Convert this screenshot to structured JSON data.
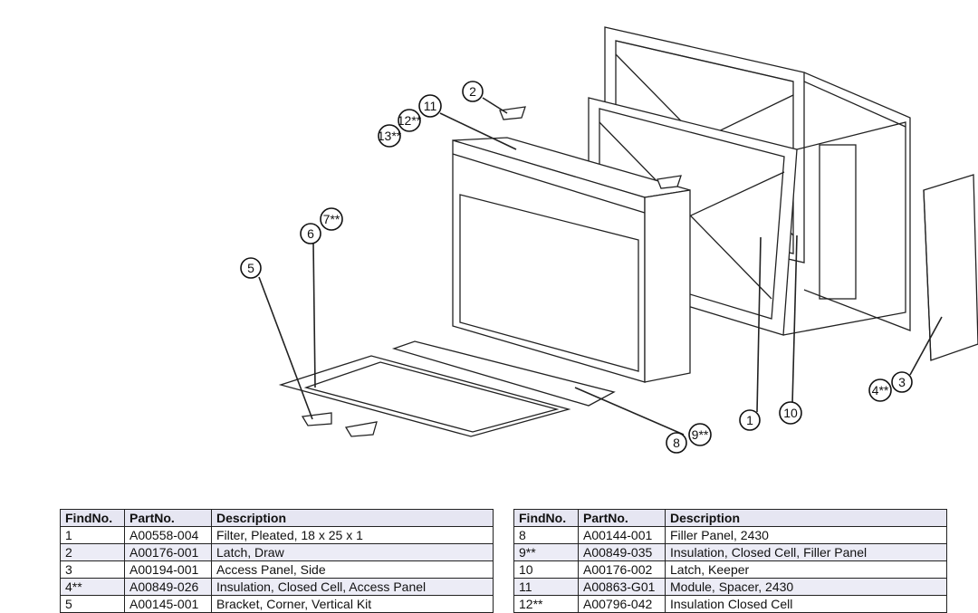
{
  "callouts": {
    "c1": "1",
    "c2": "2",
    "c3": "3",
    "c4": "4**",
    "c5": "5",
    "c6": "6",
    "c7": "7**",
    "c8": "8",
    "c9": "9**",
    "c10": "10",
    "c11": "11",
    "c12": "12**",
    "c13": "13**"
  },
  "table_left": {
    "headers": [
      "FindNo.",
      "PartNo.",
      "Description"
    ],
    "rows": [
      [
        "1",
        "A00558-004",
        "Filter, Pleated, 18 x 25 x 1"
      ],
      [
        "2",
        "A00176-001",
        "Latch, Draw"
      ],
      [
        "3",
        "A00194-001",
        "Access Panel, Side"
      ],
      [
        "4**",
        "A00849-026",
        "Insulation, Closed Cell, Access Panel"
      ],
      [
        "5",
        "A00145-001",
        "Bracket, Corner, Vertical Kit"
      ]
    ]
  },
  "table_right": {
    "headers": [
      "FindNo.",
      "PartNo.",
      "Description"
    ],
    "rows": [
      [
        "8",
        "A00144-001",
        "Filler Panel, 2430"
      ],
      [
        "9**",
        "A00849-035",
        "Insulation, Closed Cell, Filler Panel"
      ],
      [
        "10",
        "A00176-002",
        "Latch, Keeper"
      ],
      [
        "11",
        "A00863-G01",
        "Module, Spacer, 2430"
      ],
      [
        "12**",
        "A00796-042",
        "Insulation Closed Cell"
      ]
    ]
  }
}
